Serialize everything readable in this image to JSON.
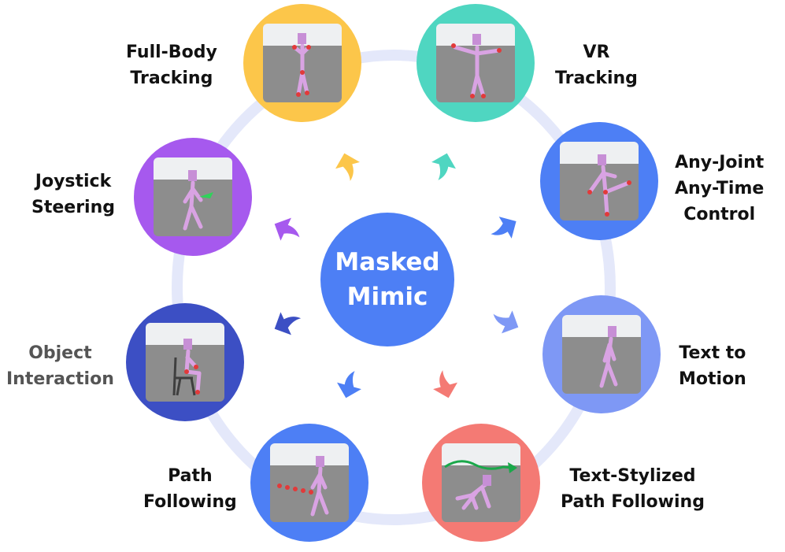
{
  "center": {
    "label": "Masked\nMimic",
    "color": "#4d7ff5"
  },
  "ring_color": "#e4e8fa",
  "nodes": [
    {
      "id": "full-body-tracking",
      "label": "Full-Body\nTracking",
      "color": "#fcc64a",
      "label_color": "#111111"
    },
    {
      "id": "vr-tracking",
      "label": "VR\nTracking",
      "color": "#4fd6c1",
      "label_color": "#111111"
    },
    {
      "id": "any-joint-any-time-control",
      "label": "Any-Joint\nAny-Time\nControl",
      "color": "#4d7ff5",
      "label_color": "#111111"
    },
    {
      "id": "text-to-motion",
      "label": "Text to\nMotion",
      "color": "#7e98f5",
      "label_color": "#111111"
    },
    {
      "id": "text-stylized-path-following",
      "label": "Text-Stylized\nPath Following",
      "color": "#f47a74",
      "label_color": "#111111"
    },
    {
      "id": "path-following",
      "label": "Path\nFollowing",
      "color": "#4d7ff5",
      "label_color": "#111111"
    },
    {
      "id": "object-interaction",
      "label": "Object\nInteraction",
      "color": "#3c4fc4",
      "label_color": "#555555"
    },
    {
      "id": "joystick-steering",
      "label": "Joystick\nSteering",
      "color": "#a659ee",
      "label_color": "#111111"
    }
  ]
}
